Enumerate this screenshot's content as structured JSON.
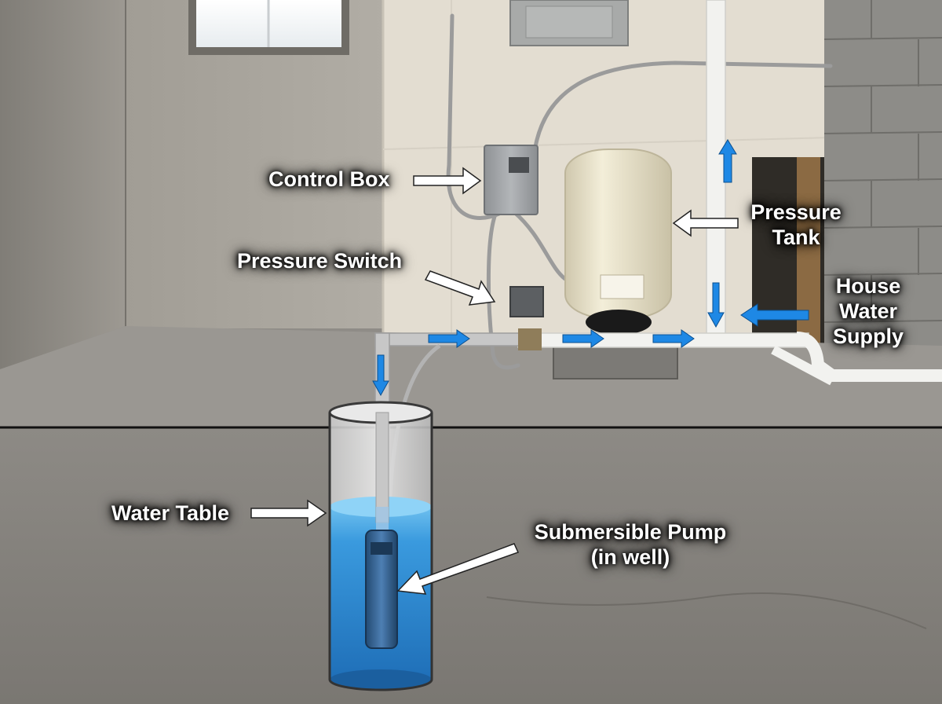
{
  "labels": {
    "control_box": "Control Box",
    "pressure_switch": "Pressure Switch",
    "pressure_tank": [
      "Pressure",
      "Tank"
    ],
    "house_water_supply": [
      "House",
      "Water",
      "Supply"
    ],
    "water_table": "Water Table",
    "submersible_pump": [
      "Submersible Pump",
      "(in well)"
    ]
  },
  "colors": {
    "label_text": "#ffffff",
    "pointer_arrow": "#ffffff",
    "flow_arrow": "#1e88e5",
    "water": "#2f8fd6",
    "concrete_floor": "#8c8984",
    "wall": "#9a968f",
    "drywall": "#e6e0d4",
    "tank": "#ede7d3",
    "pipe": "#f4f4f2"
  },
  "icons": [
    "pointer-arrow",
    "flow-arrow"
  ]
}
